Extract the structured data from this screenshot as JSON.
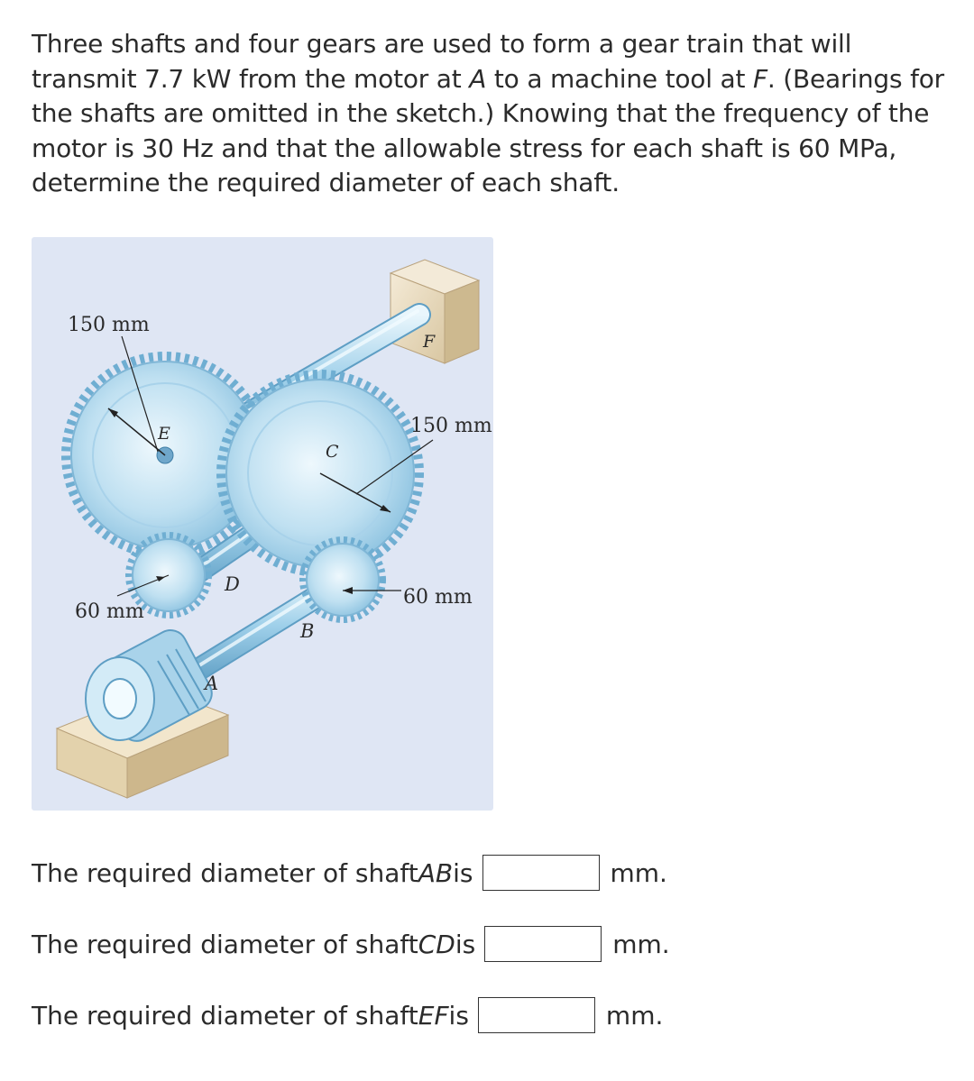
{
  "problem": {
    "text_part1": "Three shafts and four gears are used to form a gear train that will transmit 7.7 kW from the motor at ",
    "point_A": "A",
    "text_part2": " to a machine tool at ",
    "point_F": "F",
    "text_part3": ". (Bearings for the shafts are omitted in the sketch.) Knowing that the frequency of the motor is 30 Hz and that the allowable stress for each shaft is 60 MPa, determine the required diameter of each shaft."
  },
  "figure": {
    "labels": {
      "E": "E",
      "C": "C",
      "D": "D",
      "B": "B",
      "A": "A",
      "F": "F"
    },
    "dims": {
      "gear_E_radius": "150 mm",
      "gear_C_radius": "150 mm",
      "gear_D_radius": "60 mm",
      "gear_B_radius": "60 mm"
    }
  },
  "answers": [
    {
      "prefix": "The required diameter of shaft ",
      "shaft": "AB",
      "suffix": " is",
      "value": "",
      "unit": "mm."
    },
    {
      "prefix": "The required diameter of shaft ",
      "shaft": "CD",
      "suffix": " is",
      "value": "",
      "unit": "mm."
    },
    {
      "prefix": "The required diameter of shaft ",
      "shaft": "EF",
      "suffix": " is",
      "value": "",
      "unit": "mm."
    }
  ]
}
